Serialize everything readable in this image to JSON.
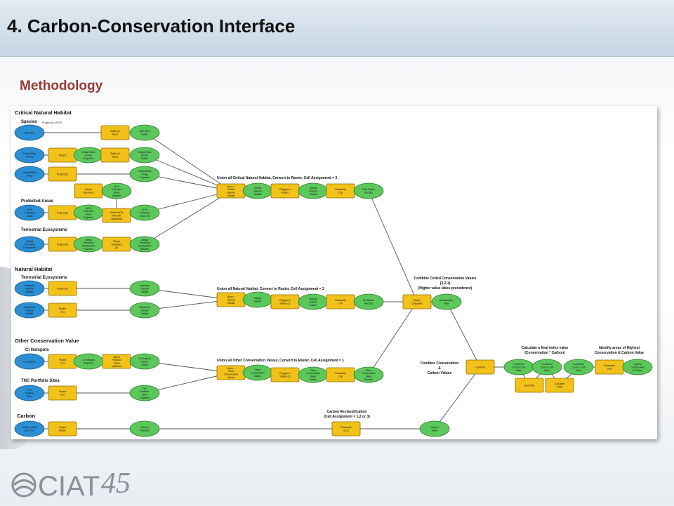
{
  "header": {
    "title": "4. Carbon-Conservation Interface"
  },
  "section": {
    "subtitle": "Methodology"
  },
  "logo": {
    "text": "CIAT",
    "number": "45"
  },
  "colors": {
    "input": "#2b8fd6",
    "tool": "#f2c21b",
    "output": "#5cc85c",
    "accent": "#9b3a36"
  },
  "diagram": {
    "groups": {
      "critical": "Critical Natural Habitat",
      "species": "Species",
      "project_pcs": "Project to a PCS",
      "protected": "Protected Areas",
      "terrestrial": "Terrestrial Ecosystems",
      "natural": "Natural Habitat",
      "terrestrial2": "Terrestrial Ecosystems",
      "other": "Other Conservation Value",
      "ci": "CI Hotspots",
      "tnc": "TNC Portfolio Sites",
      "carbon": "Carbon"
    },
    "annotations": {
      "union_critical": "Union all Critical Natural Habitat, Convert to Raster, Cell Assignment = 3",
      "union_natural": "Union all Natural Habitat, Convert to Raster, Cell Assignment = 2",
      "union_other": "Union all Other Conservation Values, Convert to Raster, Cell Assignment = 1",
      "combine_coded_1": "Combine Coded Conservation Values",
      "combine_coded_2": "(3,2,1)",
      "combine_coded_3": "(Higher value takes precedence)",
      "combine_cc_1": "Combine  Conservation",
      "combine_cc_2": "&",
      "combine_cc_3": "Carbon Values",
      "index_1": "Calculate a final index value",
      "index_2": "(Conservation * Carbon)",
      "identify_1": "Identify areas of Highest",
      "identify_2": "Conservation & Carbon Value",
      "carbon_reclass_1": "Carbon Reclassification",
      "carbon_reclass_2": "(Cell Assignment = 1,2 or 3)"
    },
    "nodes": {
      "n1": "AZE Sites",
      "n2": "Buffer (8 Sect)",
      "n3": "AZE Sites Buffer",
      "n4": "Global KBAs (Point)",
      "n5": "Project",
      "n6": "Global KBAs (Point) Projected",
      "n7": "Buffer (8 Sect)",
      "n8": "Global KBAs (Point) Buffer",
      "n9": "Global KBAs (Poly)",
      "n10": "Project (3)",
      "n11": "Global KBAs (Poly) Projected",
      "n12": "Repair Geometry",
      "n13": "IUCN Protected Areas (Repair)",
      "n14": "IUCN Protected Areas",
      "n15": "Project (2)",
      "n16": "IUCN Protected Areas Projected",
      "n17": "Select IUCN PAs with Standards",
      "n18": "IUCN Protected Areas Sel",
      "n19": "Critical Terrestrial Ecosystems",
      "n20": "Project (6)",
      "n21": "Critical Terrestrial Ecosystems Projected",
      "n22": "Repair Geometry (2)",
      "n23": "Critical Terrestrial Ecosystems (Repair)",
      "n24": "Union + Critical Natural Habitat",
      "n25": "Critical Natural Habitat",
      "n26": "Polygon to Raster",
      "n27": "Critical Natural Habitat",
      "n28": "Reclassify (13)",
      "n29": "CNH Raster Reclass",
      "n30": "Important Natural Habitat",
      "n31": "Project (4)",
      "n32": "Important Natural Habitat",
      "n33": "Rainforest Natural Habitat",
      "n34": "Project (11)",
      "n35": "Rainforest Natural Habitat",
      "n36": "Union + Natural Habitat",
      "n37": "Natural Habitat",
      "n38": "Polygon to Raster (2)",
      "n39": "Natural Habitat Raster",
      "n40": "Reclassify (14)",
      "n41": "NH Raster Reclass",
      "n42": "Raster Calculator",
      "n43": "Conservation Value",
      "n44": "CI Hotspots",
      "n45": "Project (11)",
      "n46": "CI Hotspots Projected",
      "n47": "Select Hotspot Areas (Attribute 'Value Land')",
      "n48": "CI Hotspots (Areas 'Land')",
      "n49": "TNC Portfolio Sites",
      "n50": "Project (10)",
      "n51": "TNC Portfolio Sites Projected",
      "n52": "Union + Other Conservation Values",
      "n53": "Other Conservation Values",
      "n54": "Polygon to Raster (3)",
      "n55": "Other Conservation Value Raster",
      "n56": "Reclassify (14)",
      "n57": "Other Conservation Value Reclass",
      "n58": "Combine",
      "n59": "Combined Cons & Carb Value",
      "n60": "Add Field",
      "n61": "Combined Cons & Carb Value",
      "n62": "Calculate Field",
      "n63": "Combined Cons & Carb Value",
      "n64": "Reclassify (4.5)",
      "n65": "Highest Conservation & Carbon",
      "n66": "Carbon (AGB and SOC)",
      "n67": "Project Raster",
      "n68": "Carbon Projected",
      "n69": "Reclassify (8.3)",
      "n70": "Carbon Value"
    }
  }
}
